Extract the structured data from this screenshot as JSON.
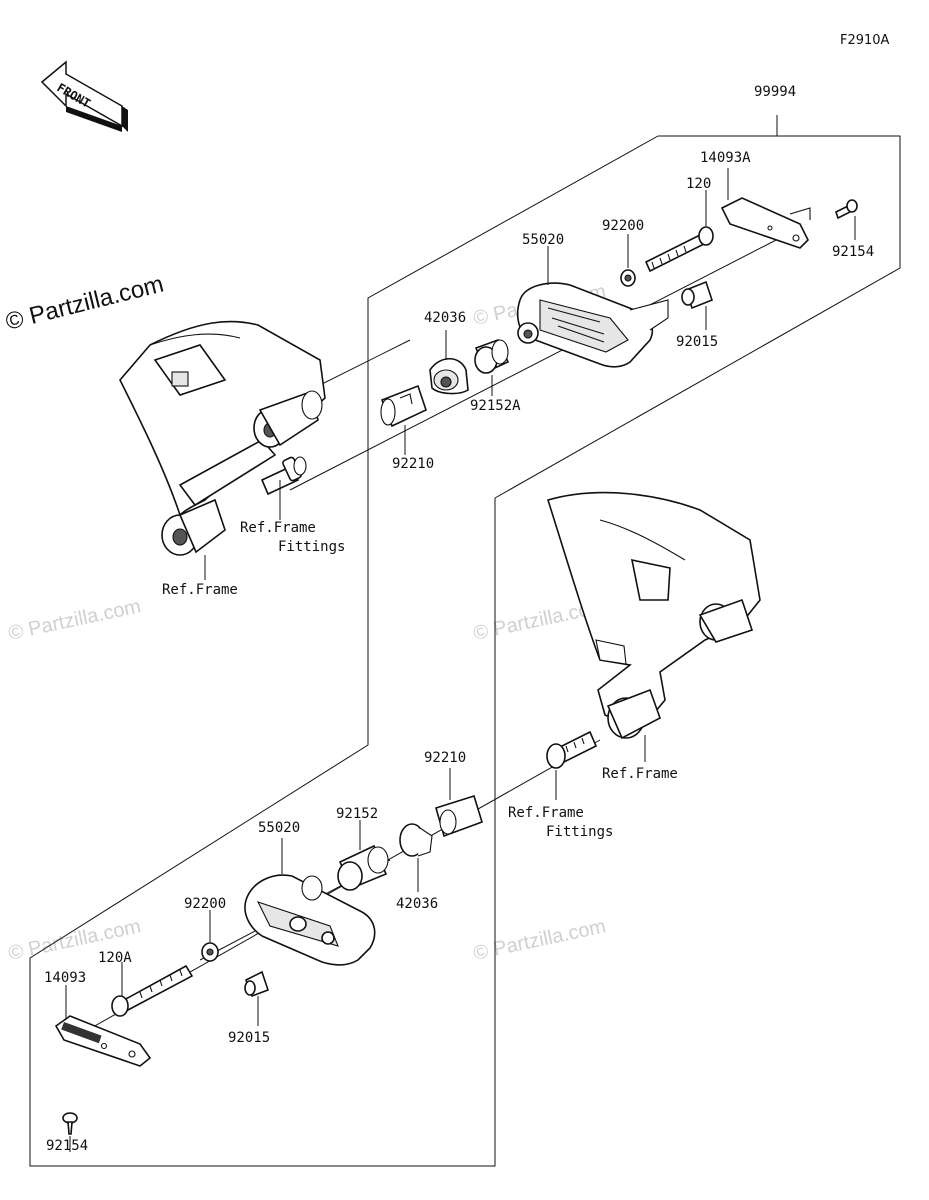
{
  "diagram": {
    "code": "F2910A",
    "front_label": "FRONT",
    "watermark": "© Partzilla.com",
    "watermark_small": "© Partzilla.com",
    "callouts": {
      "assembly": "99994",
      "upper_plate": "14093A",
      "upper_bolt": "120",
      "upper_washer": "92200",
      "upper_slider": "55020",
      "upper_small_bolt": "92154",
      "upper_collar": "92015",
      "upper_cap": "42036",
      "upper_spacer": "92152A",
      "upper_adapter": "92210",
      "upper_ref_frame_fittings_1": "Ref.Frame",
      "upper_ref_frame_fittings_2": "Fittings",
      "upper_ref_frame": "Ref.Frame",
      "lower_adapter": "92210",
      "lower_ref_frame": "Ref.Frame",
      "lower_ref_frame_fittings_1": "Ref.Frame",
      "lower_ref_frame_fittings_2": "Fittings",
      "lower_slider": "55020",
      "lower_spacer": "92152",
      "lower_washer": "92200",
      "lower_cap": "42036",
      "lower_bolt": "120A",
      "lower_plate": "14093",
      "lower_collar": "92015",
      "lower_small_bolt": "92154"
    }
  }
}
